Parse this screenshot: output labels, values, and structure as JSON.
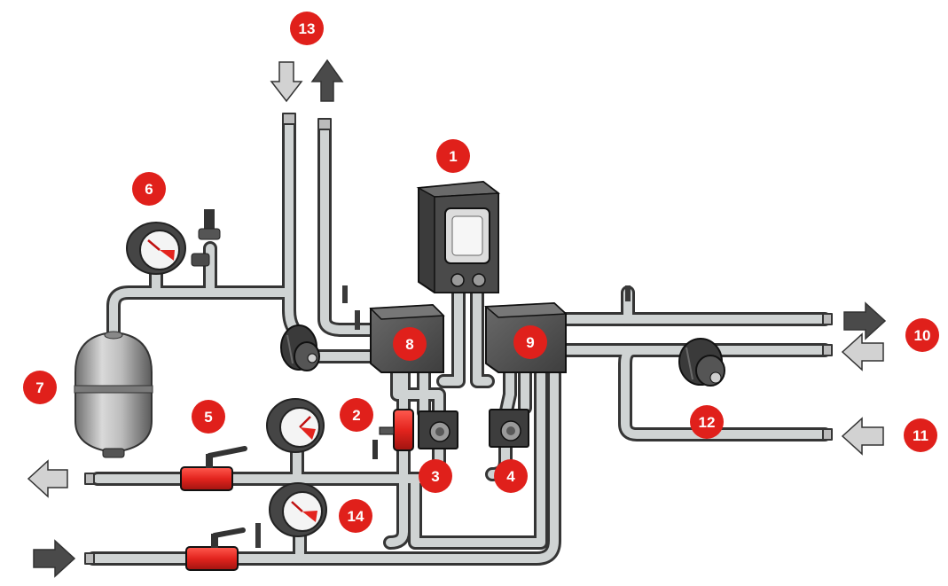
{
  "colors": {
    "badge": "#e0201b",
    "valve_red": "#e3241e",
    "pipe": "#cfd3d3",
    "pipe_outline": "#353535",
    "box": "#555555",
    "arrow_dark": "#4a4a4a",
    "arrow_light": "#d2d2d2"
  },
  "labels": {
    "n1": "1",
    "n2": "2",
    "n3": "3",
    "n4": "4",
    "n5": "5",
    "n6": "6",
    "n7": "7",
    "n8": "8",
    "n9": "9",
    "n10": "10",
    "n11": "11",
    "n12": "12",
    "n13": "13",
    "n14": "14"
  },
  "icons": {
    "controller": "controller-box-icon",
    "gauge": "pressure-gauge-icon",
    "tank": "expansion-tank-icon",
    "pump": "circulation-pump-icon",
    "valve": "ball-valve-icon",
    "arrow": "flow-arrow-icon"
  }
}
